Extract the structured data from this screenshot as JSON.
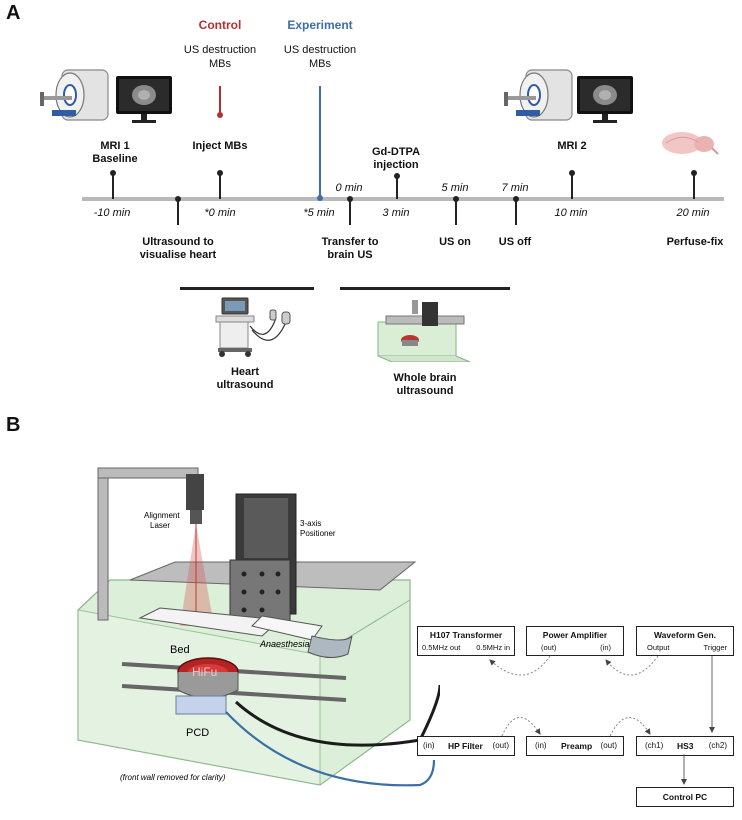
{
  "panelA": {
    "letter": "A",
    "control_label": "Control",
    "experiment_label": "Experiment",
    "control_sub": [
      "US destruction",
      "MBs"
    ],
    "experiment_sub": [
      "US destruction",
      "MBs"
    ],
    "above_events": [
      {
        "lines": [
          "MRI 1",
          "Baseline"
        ]
      },
      {
        "lines": [
          "Inject MBs"
        ]
      },
      {
        "lines": [
          "Gd-DTPA",
          "injection"
        ]
      },
      {
        "lines": [
          "MRI 2"
        ]
      }
    ],
    "times_below_line": [
      "-10 min",
      "*0 min",
      "*5 min",
      "3 min",
      "10 min",
      "20 min"
    ],
    "times_above_line": [
      "0 min",
      "5 min",
      "7 min"
    ],
    "below_events": [
      {
        "lines": [
          "Ultrasound to",
          "visualise heart"
        ]
      },
      {
        "lines": [
          "Transfer to",
          "brain US"
        ]
      },
      {
        "lines": [
          "US on"
        ]
      },
      {
        "lines": [
          "US off"
        ]
      },
      {
        "lines": [
          "Perfuse-fix"
        ]
      }
    ],
    "procedures": [
      {
        "lines": [
          "Heart",
          "ultrasound"
        ]
      },
      {
        "lines": [
          "Whole brain",
          "ultrasound"
        ]
      }
    ],
    "colors": {
      "control": "#b5312f",
      "experiment": "#3b6fa6",
      "timeline": "#b9b9b9"
    }
  },
  "panelB": {
    "letter": "B",
    "labels": {
      "alignment_laser": [
        "Alignment",
        "Laser"
      ],
      "positioner": [
        "3-axis",
        "Positioner"
      ],
      "bed": "Bed",
      "anaesthesia": "Anaesthesia",
      "hifu": "HiFu",
      "pcd": "PCD",
      "note": "(front wall removed for clarity)"
    },
    "boxes": {
      "h107": {
        "title": "H107 Transformer",
        "left": "0.5MHz out",
        "right": "0.5MHz in"
      },
      "amp": {
        "title": "Power Amplifier",
        "left": "(out)",
        "right": "(in)"
      },
      "wave": {
        "title": "Waveform Gen.",
        "left": "Output",
        "right": "Trigger"
      },
      "filter": {
        "left": "(in)",
        "title": "HP Filter",
        "right": "(out)"
      },
      "preamp": {
        "left": "(in)",
        "title": "Preamp",
        "right": "(out)"
      },
      "hs3": {
        "left": "(ch1)",
        "title": "HS3",
        "right": "(ch2)"
      },
      "pc": {
        "title": "Control PC"
      }
    }
  }
}
